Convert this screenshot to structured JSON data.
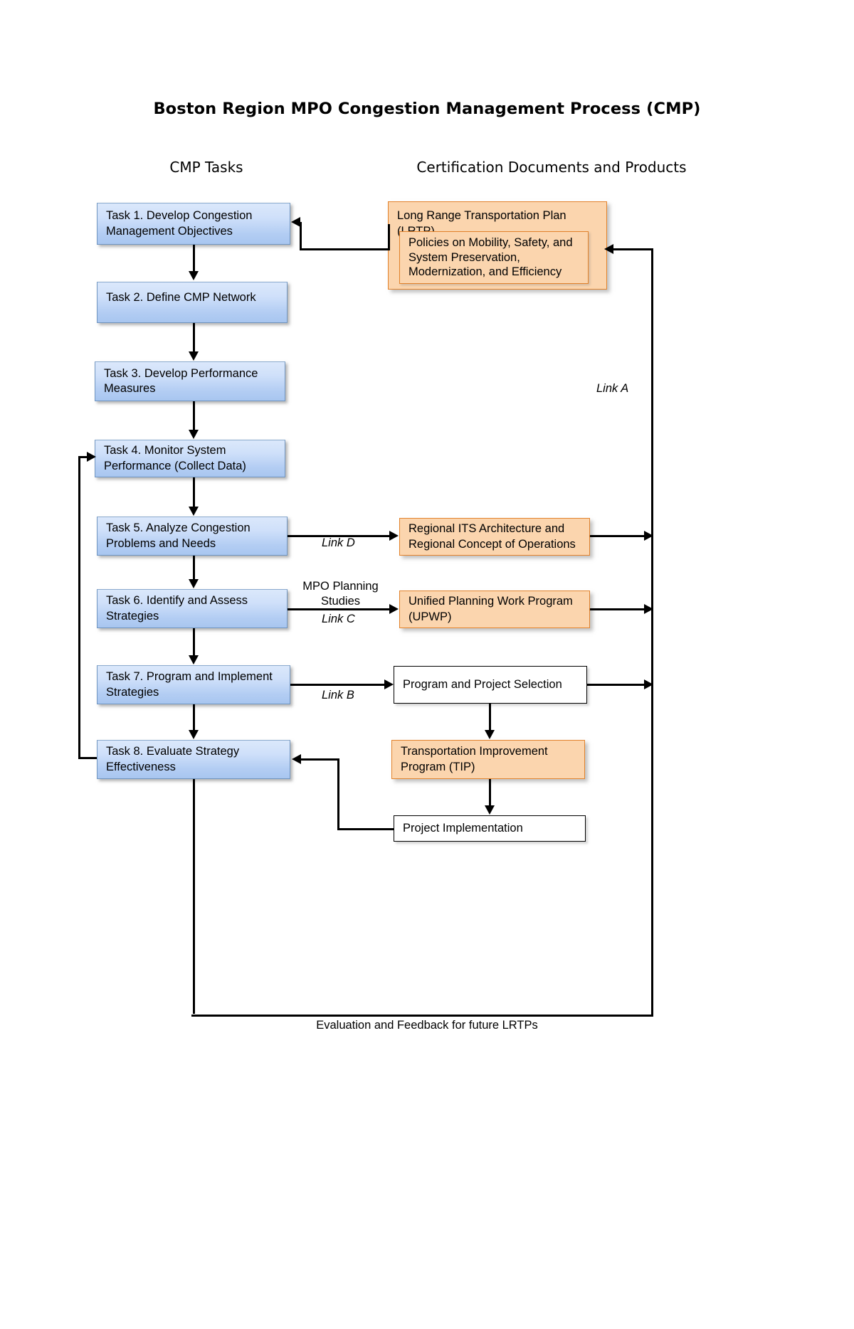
{
  "title": "Boston Region MPO Congestion Management Process (CMP)",
  "columns": {
    "left_header": "CMP Tasks",
    "right_header": "Certification Documents and Products"
  },
  "tasks": [
    {
      "id": "task-1",
      "label": "Task 1. Develop Congestion\nManagement Objectives"
    },
    {
      "id": "task-2",
      "label": "Task 2. Define CMP Network"
    },
    {
      "id": "task-3",
      "label": "Task  3. Develop Performance\nMeasures"
    },
    {
      "id": "task-4",
      "label": "Task  4. Monitor System\nPerformance (Collect Data)"
    },
    {
      "id": "task-5",
      "label": "Task 5. Analyze Congestion\nProblems and Needs"
    },
    {
      "id": "task-6",
      "label": "Task 6. Identify and Assess\nStrategies"
    },
    {
      "id": "task-7",
      "label": "Task 7. Program and Implement\nStrategies"
    },
    {
      "id": "task-8",
      "label": "Task 8. Evaluate Strategy\nEffectiveness"
    }
  ],
  "documents": [
    {
      "id": "lrtp",
      "label": "Long Range Transportation Plan (LRTP)",
      "style": "orange"
    },
    {
      "id": "lrtp-policies",
      "label": "Policies on Mobility, Safety, and\nSystem Preservation,\nModernization, and Efficiency",
      "style": "orange"
    },
    {
      "id": "its-architecture",
      "label": "Regional ITS Architecture and\nRegional Concept of Operations",
      "style": "orange"
    },
    {
      "id": "upwp",
      "label": "Unified Planning Work Program\n(UPWP)",
      "style": "orange"
    },
    {
      "id": "program-project-selection",
      "label": "Program and Project Selection",
      "style": "white"
    },
    {
      "id": "tip",
      "label": "Transportation Improvement\nProgram (TIP)",
      "style": "orange"
    },
    {
      "id": "project-implementation",
      "label": "Project Implementation",
      "style": "white"
    }
  ],
  "links": {
    "a": "Link A",
    "b": "Link B",
    "c": "Link C",
    "d": "Link D",
    "mpo_planning_studies": "MPO Planning\nStudies"
  },
  "footer": "Evaluation and Feedback for future LRTPs",
  "colors": {
    "task_fill_top": "#dbe8fb",
    "task_fill_bottom": "#a8c6f0",
    "task_border": "#6f94bf",
    "doc_fill": "#fbd5ae",
    "doc_border": "#e2822b",
    "line": "#000000",
    "background": "#ffffff"
  }
}
